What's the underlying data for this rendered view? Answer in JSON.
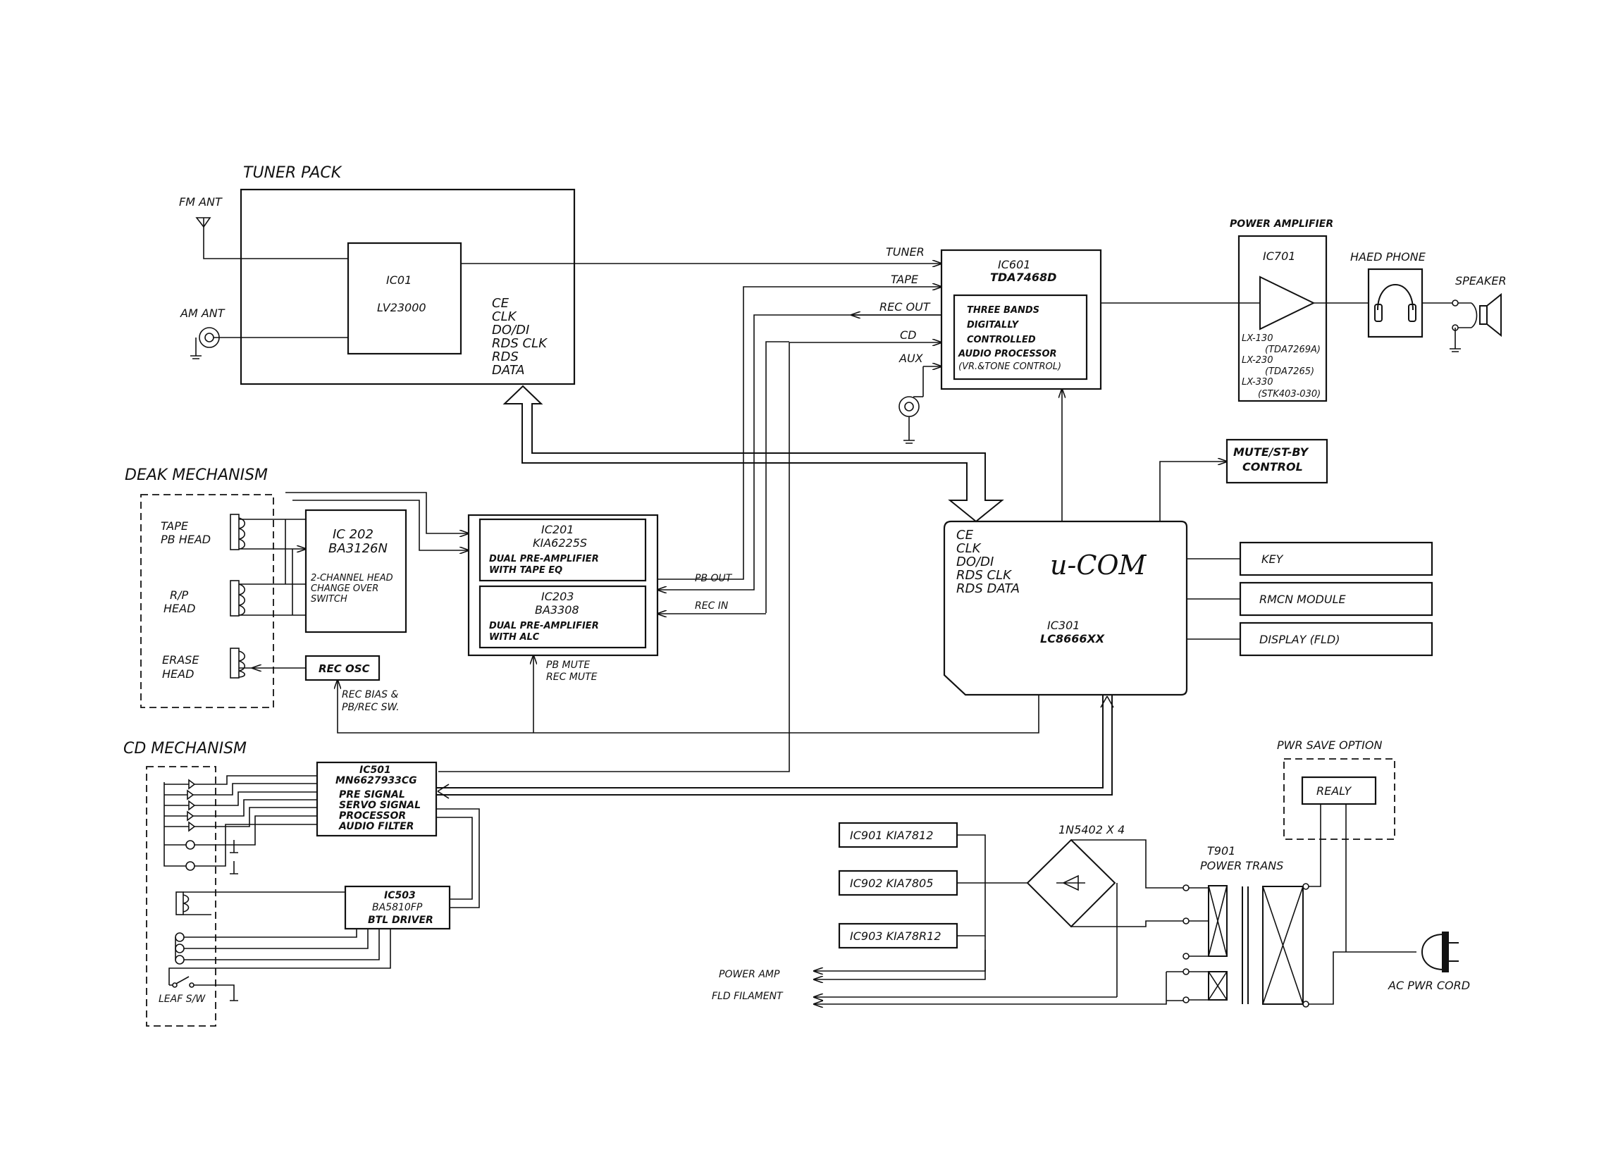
{
  "sections": {
    "tuner_pack": "TUNER PACK",
    "deck_mechanism": "DEAK MECHANISM",
    "cd_mechanism": "CD MECHANISM",
    "power_amplifier": "POWER AMPLIFIER",
    "pwr_save_option": "PWR SAVE OPTION"
  },
  "tuner": {
    "fm_ant": "FM ANT",
    "am_ant": "AM ANT",
    "ic_name": "IC01",
    "ic_part": "LV23000",
    "pins": [
      "CE",
      "CLK",
      "DO/DI",
      "RDS CLK",
      "RDS",
      "DATA"
    ]
  },
  "audio_processor": {
    "inputs": [
      "TUNER",
      "TAPE",
      "REC OUT",
      "CD",
      "AUX"
    ],
    "ic_name": "IC601",
    "ic_part": "TDA7468D",
    "desc": [
      "THREE BANDS",
      "DIGITALLY",
      "CONTROLLED",
      "AUDIO PROCESSOR",
      "(VR.&TONE CONTROL)"
    ]
  },
  "power_amp": {
    "ic_name": "IC701",
    "variants": [
      "LX-130",
      "(TDA7269A)",
      "LX-230",
      "(TDA7265)",
      "LX-330",
      "(STK403-030)"
    ],
    "headphone": "HAED PHONE",
    "speaker": "SPEAKER"
  },
  "mute_control": [
    "MUTE/ST-BY",
    "CONTROL"
  ],
  "deck": {
    "heads": {
      "tape_pb": [
        "TAPE",
        "PB HEAD"
      ],
      "rp": [
        "R/P",
        "HEAD"
      ],
      "erase": [
        "ERASE",
        "HEAD"
      ]
    },
    "ic202": {
      "name": "IC 202",
      "part": "BA3126N",
      "desc": [
        "2-CHANNEL HEAD",
        "CHANGE OVER",
        "SWITCH"
      ]
    },
    "ic201": {
      "name": "IC201",
      "part": "KIA6225S",
      "desc": [
        "DUAL PRE-AMPLIFIER",
        "WITH TAPE EQ"
      ]
    },
    "ic203": {
      "name": "IC203",
      "part": "BA3308",
      "desc": [
        "DUAL PRE-AMPLIFIER",
        "WITH ALC"
      ]
    },
    "rec_osc": "REC OSC",
    "rec_bias": [
      "REC BIAS &",
      "PB/REC SW."
    ],
    "pb_mute": [
      "PB MUTE",
      "REC MUTE"
    ],
    "pb_out": "PB OUT",
    "rec_in": "REC IN"
  },
  "mcu": {
    "pins": [
      "CE",
      "CLK",
      "DO/DI",
      "RDS CLK",
      "RDS DATA"
    ],
    "title": "u-COM",
    "ic_name": "IC301",
    "ic_part": "LC8666XX",
    "outputs": [
      "KEY",
      "RMCN MODULE",
      "DISPLAY (FLD)"
    ]
  },
  "cd": {
    "ic501": {
      "name": "IC501",
      "part": "MN6627933CG",
      "desc": [
        "PRE SIGNAL",
        "SERVO SIGNAL",
        "PROCESSOR",
        "AUDIO FILTER"
      ]
    },
    "ic503": {
      "name": "IC503",
      "part": "BA5810FP",
      "desc": [
        "BTL DRIVER"
      ]
    },
    "leaf_sw": "LEAF S/W"
  },
  "power": {
    "regulators": [
      "IC901  KIA7812",
      "IC902  KIA7805",
      "IC903  KIA78R12"
    ],
    "bridge": "1N5402 X 4",
    "transformer": [
      "T901",
      "POWER TRANS"
    ],
    "relay": "REALY",
    "ac_cord": "AC PWR CORD",
    "outputs": [
      "POWER AMP",
      "FLD FILAMENT"
    ]
  }
}
